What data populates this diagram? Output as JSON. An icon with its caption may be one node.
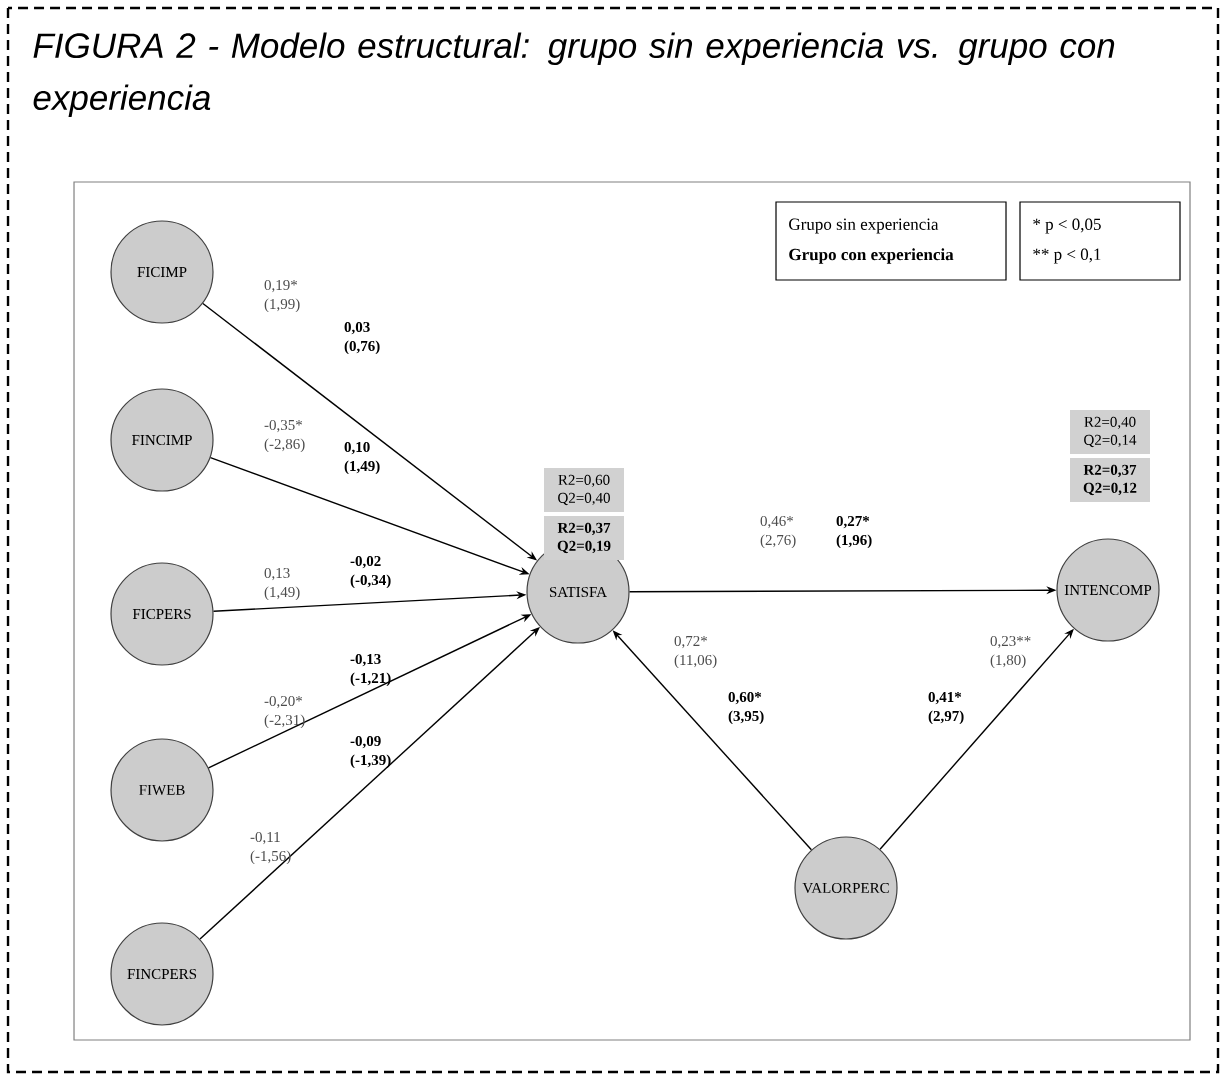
{
  "diagram": {
    "title": "FIGURA 2 - Modelo estructural: grupo sin experiencia vs. grupo con experiencia",
    "nodes": [
      {
        "text": [
          "FICIMP"
        ]
      },
      {
        "text": [
          "FINCIMP"
        ]
      },
      {
        "text": [
          "FICPERS"
        ]
      },
      {
        "text": [
          "FIWEB"
        ]
      },
      {
        "text": [
          "FINCPERS"
        ]
      },
      {
        "text": [
          "SATISFA"
        ],
        "beside": [
          "R2=0,60 Q2=0,40",
          "R2=0,37 Q2=0,19"
        ]
      },
      {
        "text": [
          "INTENCOMP"
        ],
        "beside": [
          "R2=0,40 Q2=0,14",
          "R2=0,37 Q2=0,12"
        ]
      },
      {
        "text": [
          "VALORPERC"
        ]
      }
    ],
    "edges": [
      {
        "from": 0,
        "to": 5,
        "arrow": "to",
        "label": "0,19* (1,99)"
      },
      {
        "from": 1,
        "to": 5,
        "arrow": "to",
        "label": "-0,35* (-2,86)"
      },
      {
        "from": 2,
        "to": 5,
        "arrow": "to",
        "label": "0,13 (1,49)"
      },
      {
        "from": 3,
        "to": 5,
        "arrow": "to",
        "label": "-0,20* (-2,31)"
      },
      {
        "from": 4,
        "to": 5,
        "arrow": "to",
        "label": "-0,11 (-1,56)"
      },
      {
        "from": 5,
        "to": 6,
        "arrow": "to",
        "label": "0,46* (2,76)"
      },
      {
        "from": 7,
        "to": 5,
        "arrow": "to",
        "label": "0,72* (11,06)"
      },
      {
        "from": 7,
        "to": 6,
        "arrow": "to",
        "label": "0,23** (1,80)"
      }
    ],
    "labels": [
      "0,03 (0,76)",
      "0,10 (1,49)",
      "-0,02 (-0,34)",
      "-0,13 (-1,21)",
      "-0,09 (-1,39)",
      "0,27* (1,96)",
      "0,60* (3,95)",
      "0,41* (2,97)"
    ],
    "legend": [
      {
        "text": "Grupo sin experiencia"
      },
      {
        "text": "Grupo con experiencia"
      },
      {
        "text": "* p < 0,05"
      },
      {
        "text": "** p < 0,1"
      }
    ]
  }
}
